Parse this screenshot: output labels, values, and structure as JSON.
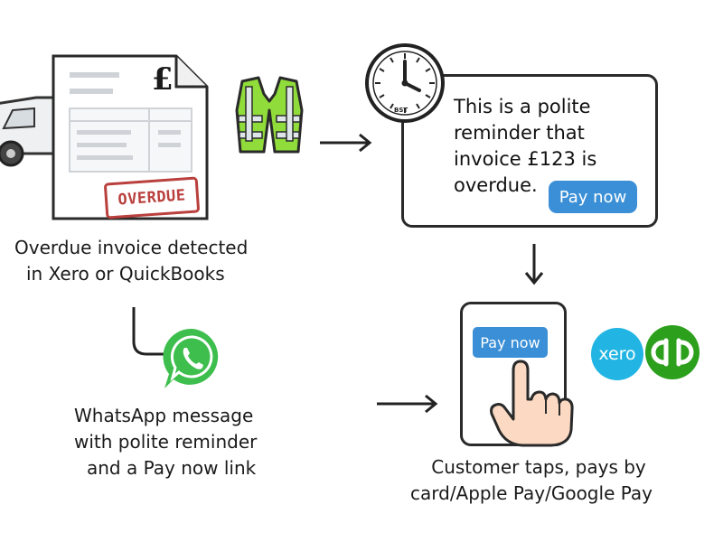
{
  "step1": {
    "stamp_label": "OVERDUE",
    "currency_symbol": "£",
    "caption_line1": "Overdue invoice detected",
    "caption_line2": "in Xero or QuickBooks"
  },
  "step2": {
    "clock_label": "BST",
    "message_line1": "This is a polite",
    "message_line2": "reminder that",
    "message_line3": "invoice £123 is",
    "message_line4": "overdue.",
    "pay_button_label": "Pay now"
  },
  "step3": {
    "caption_line1": "WhatsApp message",
    "caption_line2": "with polite reminder",
    "caption_line3": "and a Pay now link"
  },
  "step4": {
    "phone_button_label": "Pay now",
    "xero_logo_text": "xero",
    "caption_line1": "Customer taps, pays by",
    "caption_line2": "card/Apple Pay/Google Pay"
  },
  "colors": {
    "pay_button": "#3a8fd6",
    "stamp_red": "#b9403d",
    "vest_green": "#8fdc3a",
    "whatsapp_green": "#3dbe4d",
    "xero_blue": "#22b5e3",
    "quickbooks_green": "#2ca01c"
  },
  "icons": [
    "van-icon",
    "invoice-icon",
    "hi-vis-vest-icon",
    "clock-icon",
    "whatsapp-icon",
    "hand-tap-icon",
    "xero-logo",
    "quickbooks-logo",
    "arrow-right-icon",
    "arrow-down-icon"
  ]
}
